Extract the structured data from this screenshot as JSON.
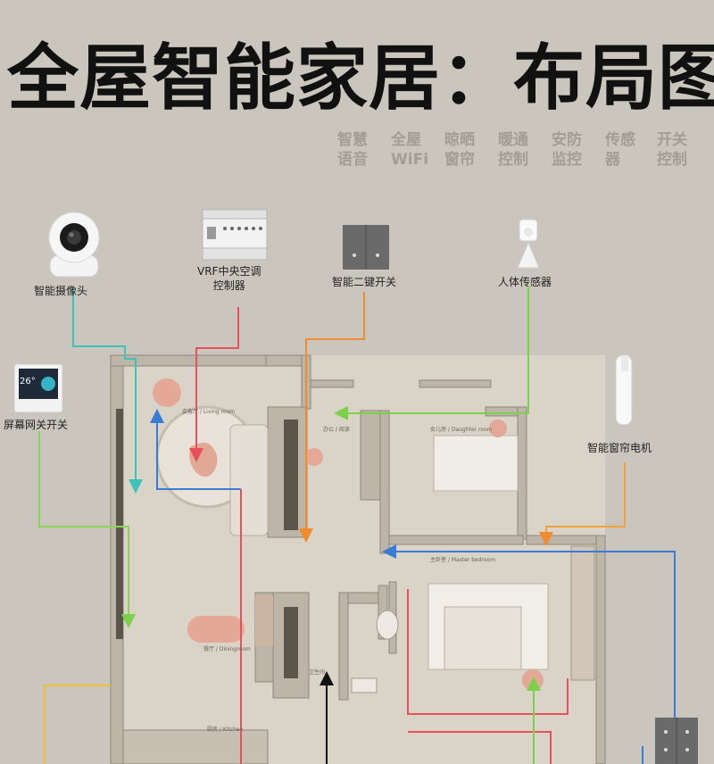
{
  "title": "全屋智能家居：布局图",
  "categories": [
    "智慧\n语音",
    "全屋\nWiFi",
    "晾晒\n窗帘",
    "暖通\n控制",
    "安防\n监控",
    "传感\n器",
    "开关\n控制"
  ],
  "devices": {
    "camera": "智能摄像头",
    "vrf": "VRF中央空调\n控制器",
    "switch2": "智能二键开关",
    "sensor": "人体传感器",
    "screen_switch": "屏幕网关开关",
    "curtain": "智能窗帘电机"
  },
  "screen_temp": "26°",
  "rooms": {
    "living": "会客厅 / Living room",
    "office": "办公 / 阅读",
    "daughter": "女儿房 / Daughter room",
    "master": "主卧室 / Master bedroom",
    "dining": "餐厅 / Diningroom",
    "bath": "卫生间",
    "kitchen": "厨房 / Kitchen"
  },
  "colors": {
    "background": "#cbc6bd",
    "camera_line": "#3ec3b8",
    "vrf_line": "#e8505b",
    "switch_line": "#f08c2e",
    "sensor_line": "#7cd04a",
    "screen_line": "#8bd35a",
    "curtain_line": "#f2a23a",
    "blue_line": "#3a7bd5",
    "yellow_line": "#f2c12e"
  }
}
